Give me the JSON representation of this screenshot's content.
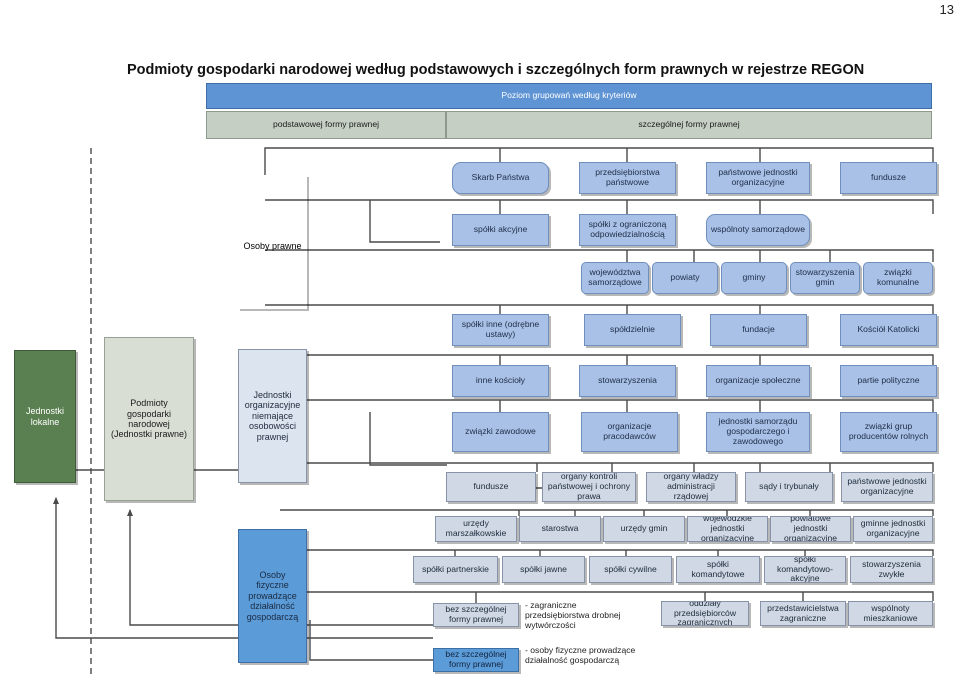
{
  "page_number": "13",
  "title": "Podmioty gospodarki narodowej według podstawowych i szczególnych form prawnych w rejestrze REGON",
  "header": {
    "level": "Poziom grupowań według kryteriów",
    "basic": "podstawowej formy prawnej",
    "special": "szczególnej formy prawnej"
  },
  "left": {
    "local_units": "Jednostki lokalne",
    "legal_units": "Podmioty gospodarki narodowej (Jednostki prawne)",
    "legal_persons": "Osoby prawne",
    "org_units": "Jednostki organizacyjne niemające osobowości prawnej",
    "natural_persons": "Osoby fizyczne prowadzące działalność gospodarczą"
  },
  "rows": {
    "r1": [
      "Skarb Państwa",
      "przedsiębiorstwa państwowe",
      "państwowe jednostki organizacyjne",
      "fundusze"
    ],
    "r2": [
      "spółki akcyjne",
      "spółki z ograniczoną odpowiedzialnością",
      "wspólnoty samorządowe"
    ],
    "r3": [
      "województwa samorządowe",
      "powiaty",
      "gminy",
      "stowarzyszenia gmin",
      "związki komunalne"
    ],
    "r4": [
      "spółki inne (odrębne ustawy)",
      "spółdzielnie",
      "fundacje",
      "Kościół Katolicki"
    ],
    "r5": [
      "inne kościoły",
      "stowarzyszenia",
      "organizacje społeczne",
      "partie polityczne"
    ],
    "r6": [
      "związki zawodowe",
      "organizacje pracodawców",
      "jednostki samorządu gospodarczego i zawodowego",
      "związki grup producentów rolnych"
    ],
    "r7": [
      "fundusze",
      "organy kontroli państwowej i ochrony prawa",
      "organy władzy administracji rządowej",
      "sądy i trybunały",
      "państwowe jednostki organizacyjne"
    ],
    "r8": [
      "urzędy marszałkowskie",
      "starostwa",
      "urzędy gmin",
      "wojewódzkie jednostki organizacyjne",
      "powiatowe jednostki organizacyjne",
      "gminne jednostki organizacyjne"
    ],
    "r9": [
      "spółki partnerskie",
      "spółki jawne",
      "spółki cywilne",
      "spółki komandytowe",
      "spółki komandytowo-akcyjne",
      "stowarzyszenia zwykłe"
    ],
    "r10": [
      "bez szczególnej formy prawnej",
      "oddziały przedsiębiorców zagranicznych",
      "przedstawicielstwa zagraniczne",
      "wspólnoty mieszkaniowe"
    ],
    "r11": [
      "bez szczególnej formy prawnej"
    ]
  },
  "notes": {
    "n1": "- zagraniczne przedsiębiorstwa drobnej wytwórczości",
    "n2": "- osoby fizyczne prowadzące działalność gospodarczą"
  },
  "colors": {
    "line": "#4a4a4a",
    "box_blue": "#a9c1e6",
    "box_gray": "#cfd8e4",
    "header_blue": "#5f94d4",
    "local_green": "#5a7f50",
    "legal_units_gray": "#d8ded4"
  }
}
